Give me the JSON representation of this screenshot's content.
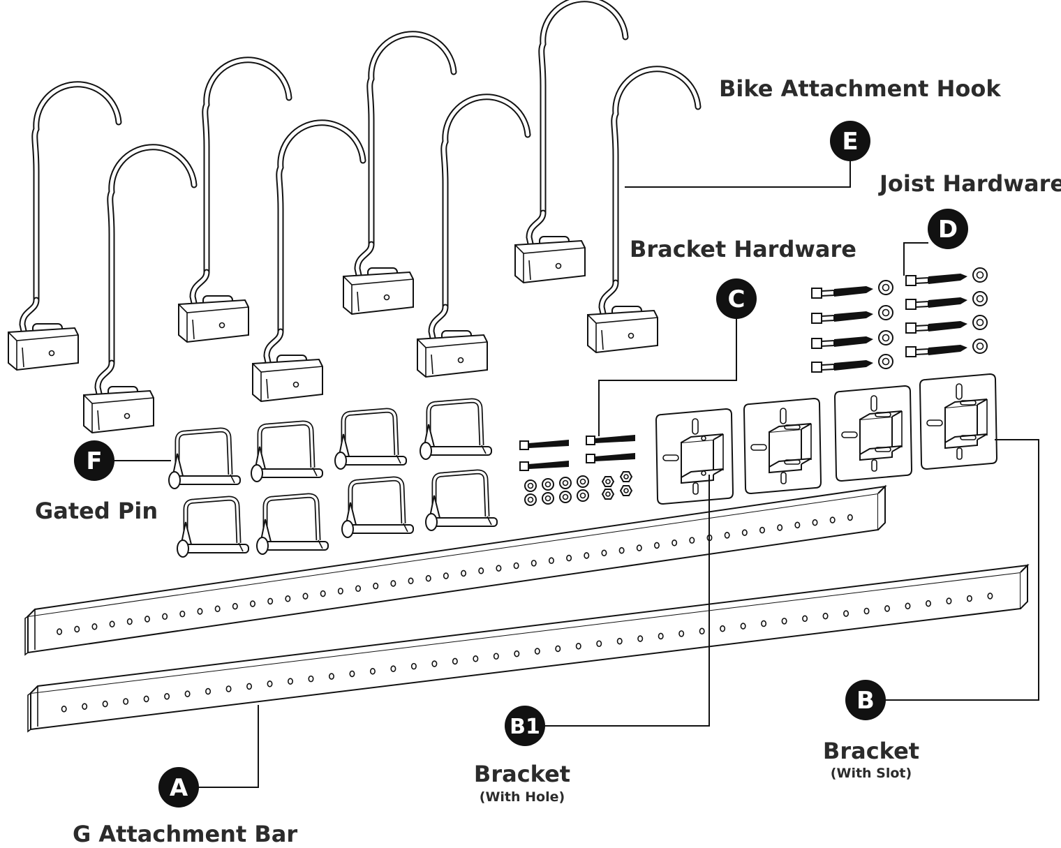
{
  "parts": {
    "E": {
      "letter": "E",
      "label": "Bike Attachment Hook"
    },
    "D": {
      "letter": "D",
      "label": "Joist Hardware"
    },
    "C": {
      "letter": "C",
      "label": "Bracket Hardware"
    },
    "F": {
      "letter": "F",
      "label": "Gated Pin"
    },
    "B1": {
      "letter": "B1",
      "label": "Bracket",
      "sublabel": "(With Hole)"
    },
    "B": {
      "letter": "B",
      "label": "Bracket",
      "sublabel": "(With Slot)"
    },
    "A": {
      "letter": "A",
      "label": "G Attachment Bar"
    }
  },
  "colors": {
    "ink": "#111111",
    "text": "#2b2b2b",
    "badge": "#111111"
  }
}
